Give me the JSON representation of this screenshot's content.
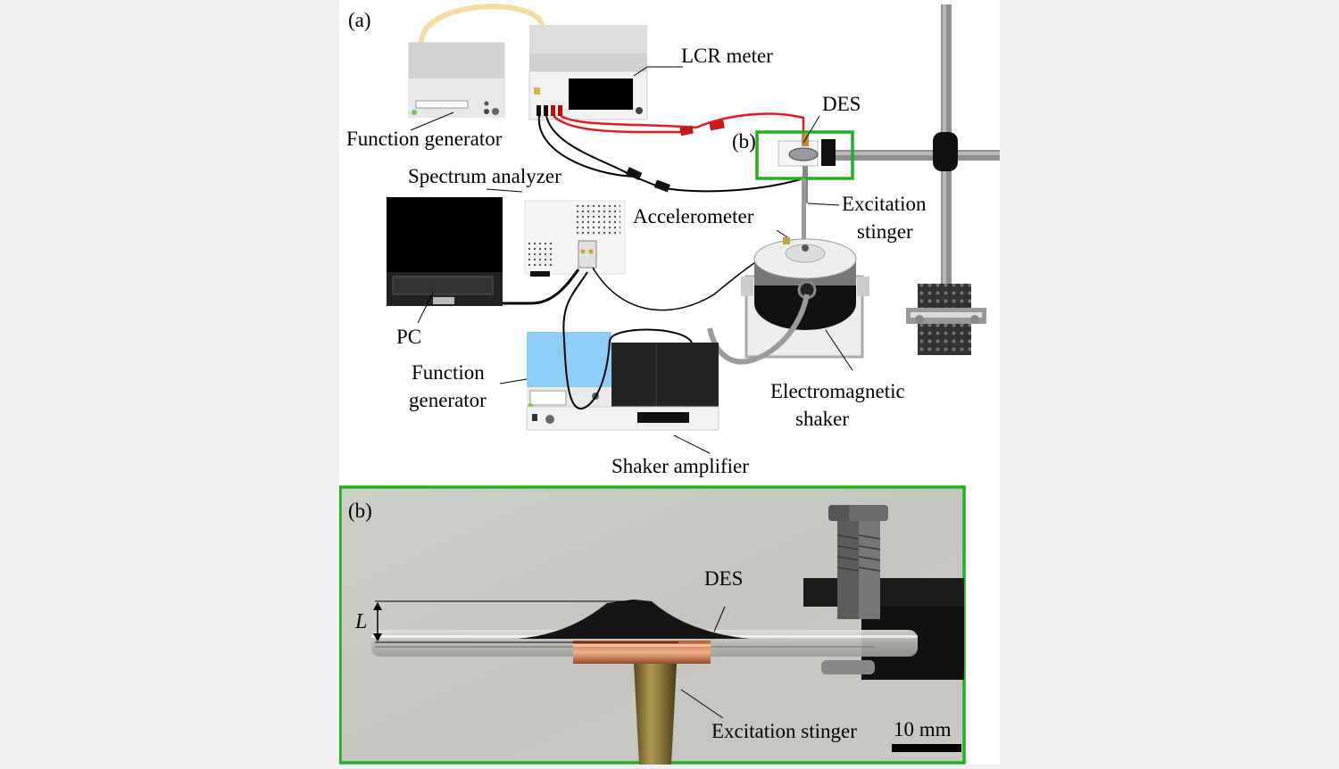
{
  "panel_a": {
    "panel_label": "(a)",
    "labels": {
      "function_generator_top": "Function generator",
      "lcr_meter": "LCR meter",
      "des": "DES",
      "inset_ref": "(b)",
      "spectrum_analyzer": "Spectrum analyzer",
      "accelerometer": "Accelerometer",
      "excitation_stinger_line1": "Excitation",
      "excitation_stinger_line2": "stinger",
      "pc": "PC",
      "function_generator_bottom_line1": "Function",
      "function_generator_bottom_line2": "generator",
      "electromagnetic_shaker_line1": "Electromagnetic",
      "electromagnetic_shaker_line2": "shaker",
      "shaker_amplifier": "Shaker amplifier"
    }
  },
  "panel_b": {
    "panel_label": "(b)",
    "labels": {
      "des": "DES",
      "dimension_l": "L",
      "excitation_stinger": "Excitation stinger",
      "scale_bar": "10 mm"
    }
  },
  "colors": {
    "highlight_green": "#22b022",
    "lead_red": "#e41a1c",
    "display_blue": "#8ecdf5",
    "photo_background": "#c9c8c3"
  }
}
